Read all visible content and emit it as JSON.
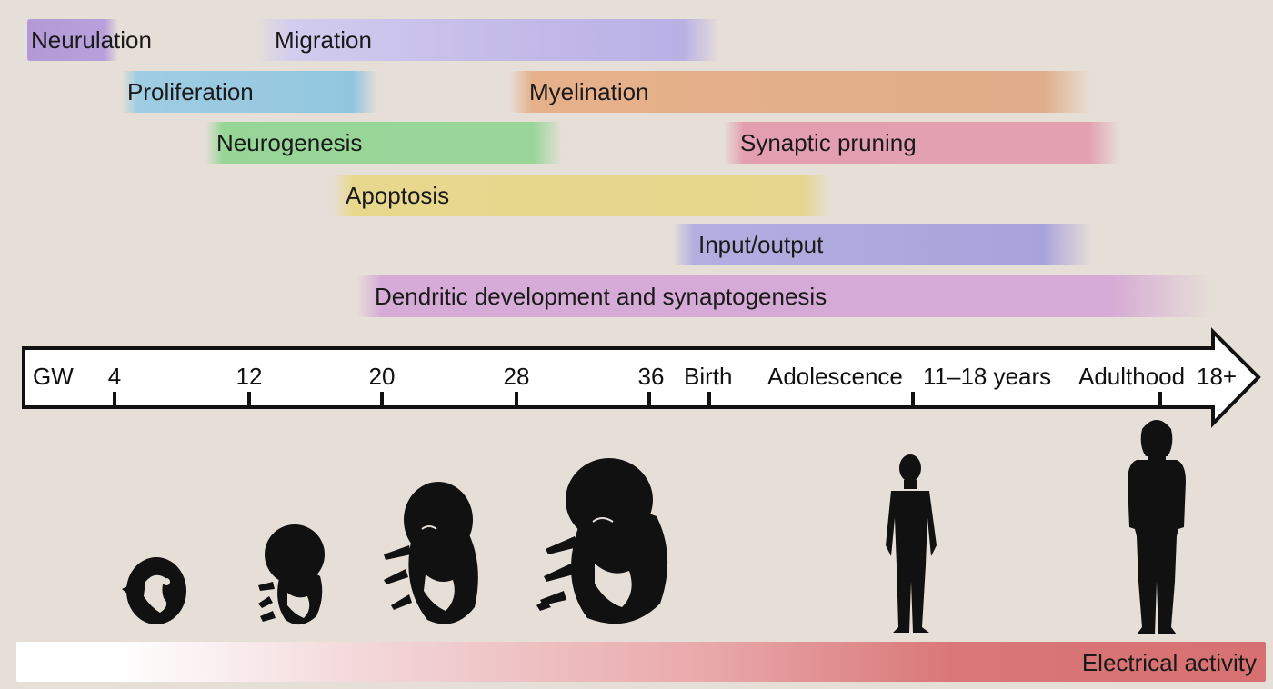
{
  "processes": [
    {
      "id": "neurulation",
      "label": "Neurulation",
      "color": "#b7a0dc"
    },
    {
      "id": "migration",
      "label": "Migration",
      "color": "#c2b9e8"
    },
    {
      "id": "proliferation",
      "label": "Proliferation",
      "color": "#92c6df"
    },
    {
      "id": "myelination",
      "label": "Myelination",
      "color": "#e0ae8a"
    },
    {
      "id": "neurogenesis",
      "label": "Neurogenesis",
      "color": "#9ad69a"
    },
    {
      "id": "pruning",
      "label": "Synaptic pruning",
      "color": "#e3a0b1"
    },
    {
      "id": "apoptosis",
      "label": "Apoptosis",
      "color": "#e6d58c"
    },
    {
      "id": "io",
      "label": "Input/output",
      "color": "#a9a3dc"
    },
    {
      "id": "dendritic",
      "label": "Dendritic development and synaptogenesis",
      "color": "#d6aad6"
    }
  ],
  "timeline": {
    "unit": "GW",
    "ticks": [
      "4",
      "12",
      "20",
      "28",
      "36",
      "Birth",
      "Adolescence",
      "11–18 years",
      "Adulthood",
      "18+"
    ]
  },
  "stage_icons": [
    "embryo-icon",
    "fetus-icon",
    "fetus-icon",
    "fetus-icon",
    "adolescent-icon",
    "adult-icon"
  ],
  "electrical": {
    "label": "Electrical activity",
    "color": "#d77071"
  }
}
